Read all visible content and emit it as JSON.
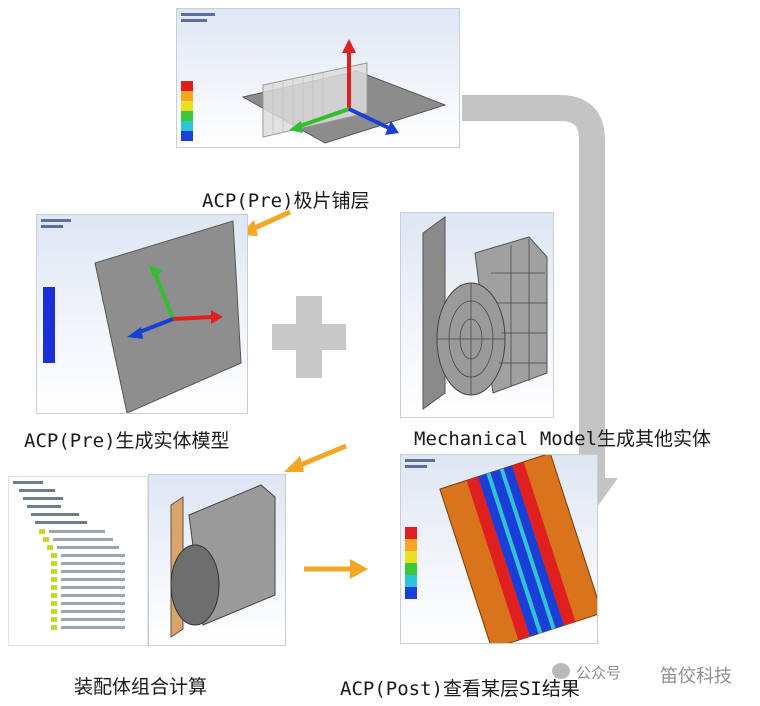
{
  "steps": {
    "step1": "ACP(Pre)极片铺层",
    "step2": "ACP(Pre)生成实体模型",
    "step3": "Mechanical Model生成其他实体",
    "step4": "装配体组合计算",
    "step5": "ACP(Post)查看某层SI结果"
  },
  "watermark": {
    "channel": "公众号",
    "brand": "笛佼科技"
  },
  "colors": {
    "flow_arrow": "#f5a623",
    "big_arrow": "#c4c4c4",
    "plus": "#c8c8c8",
    "viewport_top": "#dfe6f3",
    "viewport_bottom": "#ffffff",
    "model_gray": "#8c8c8c",
    "ply_orange": "#d9731c",
    "ply_red": "#e01f1f",
    "ply_blue": "#1a3fd6"
  }
}
